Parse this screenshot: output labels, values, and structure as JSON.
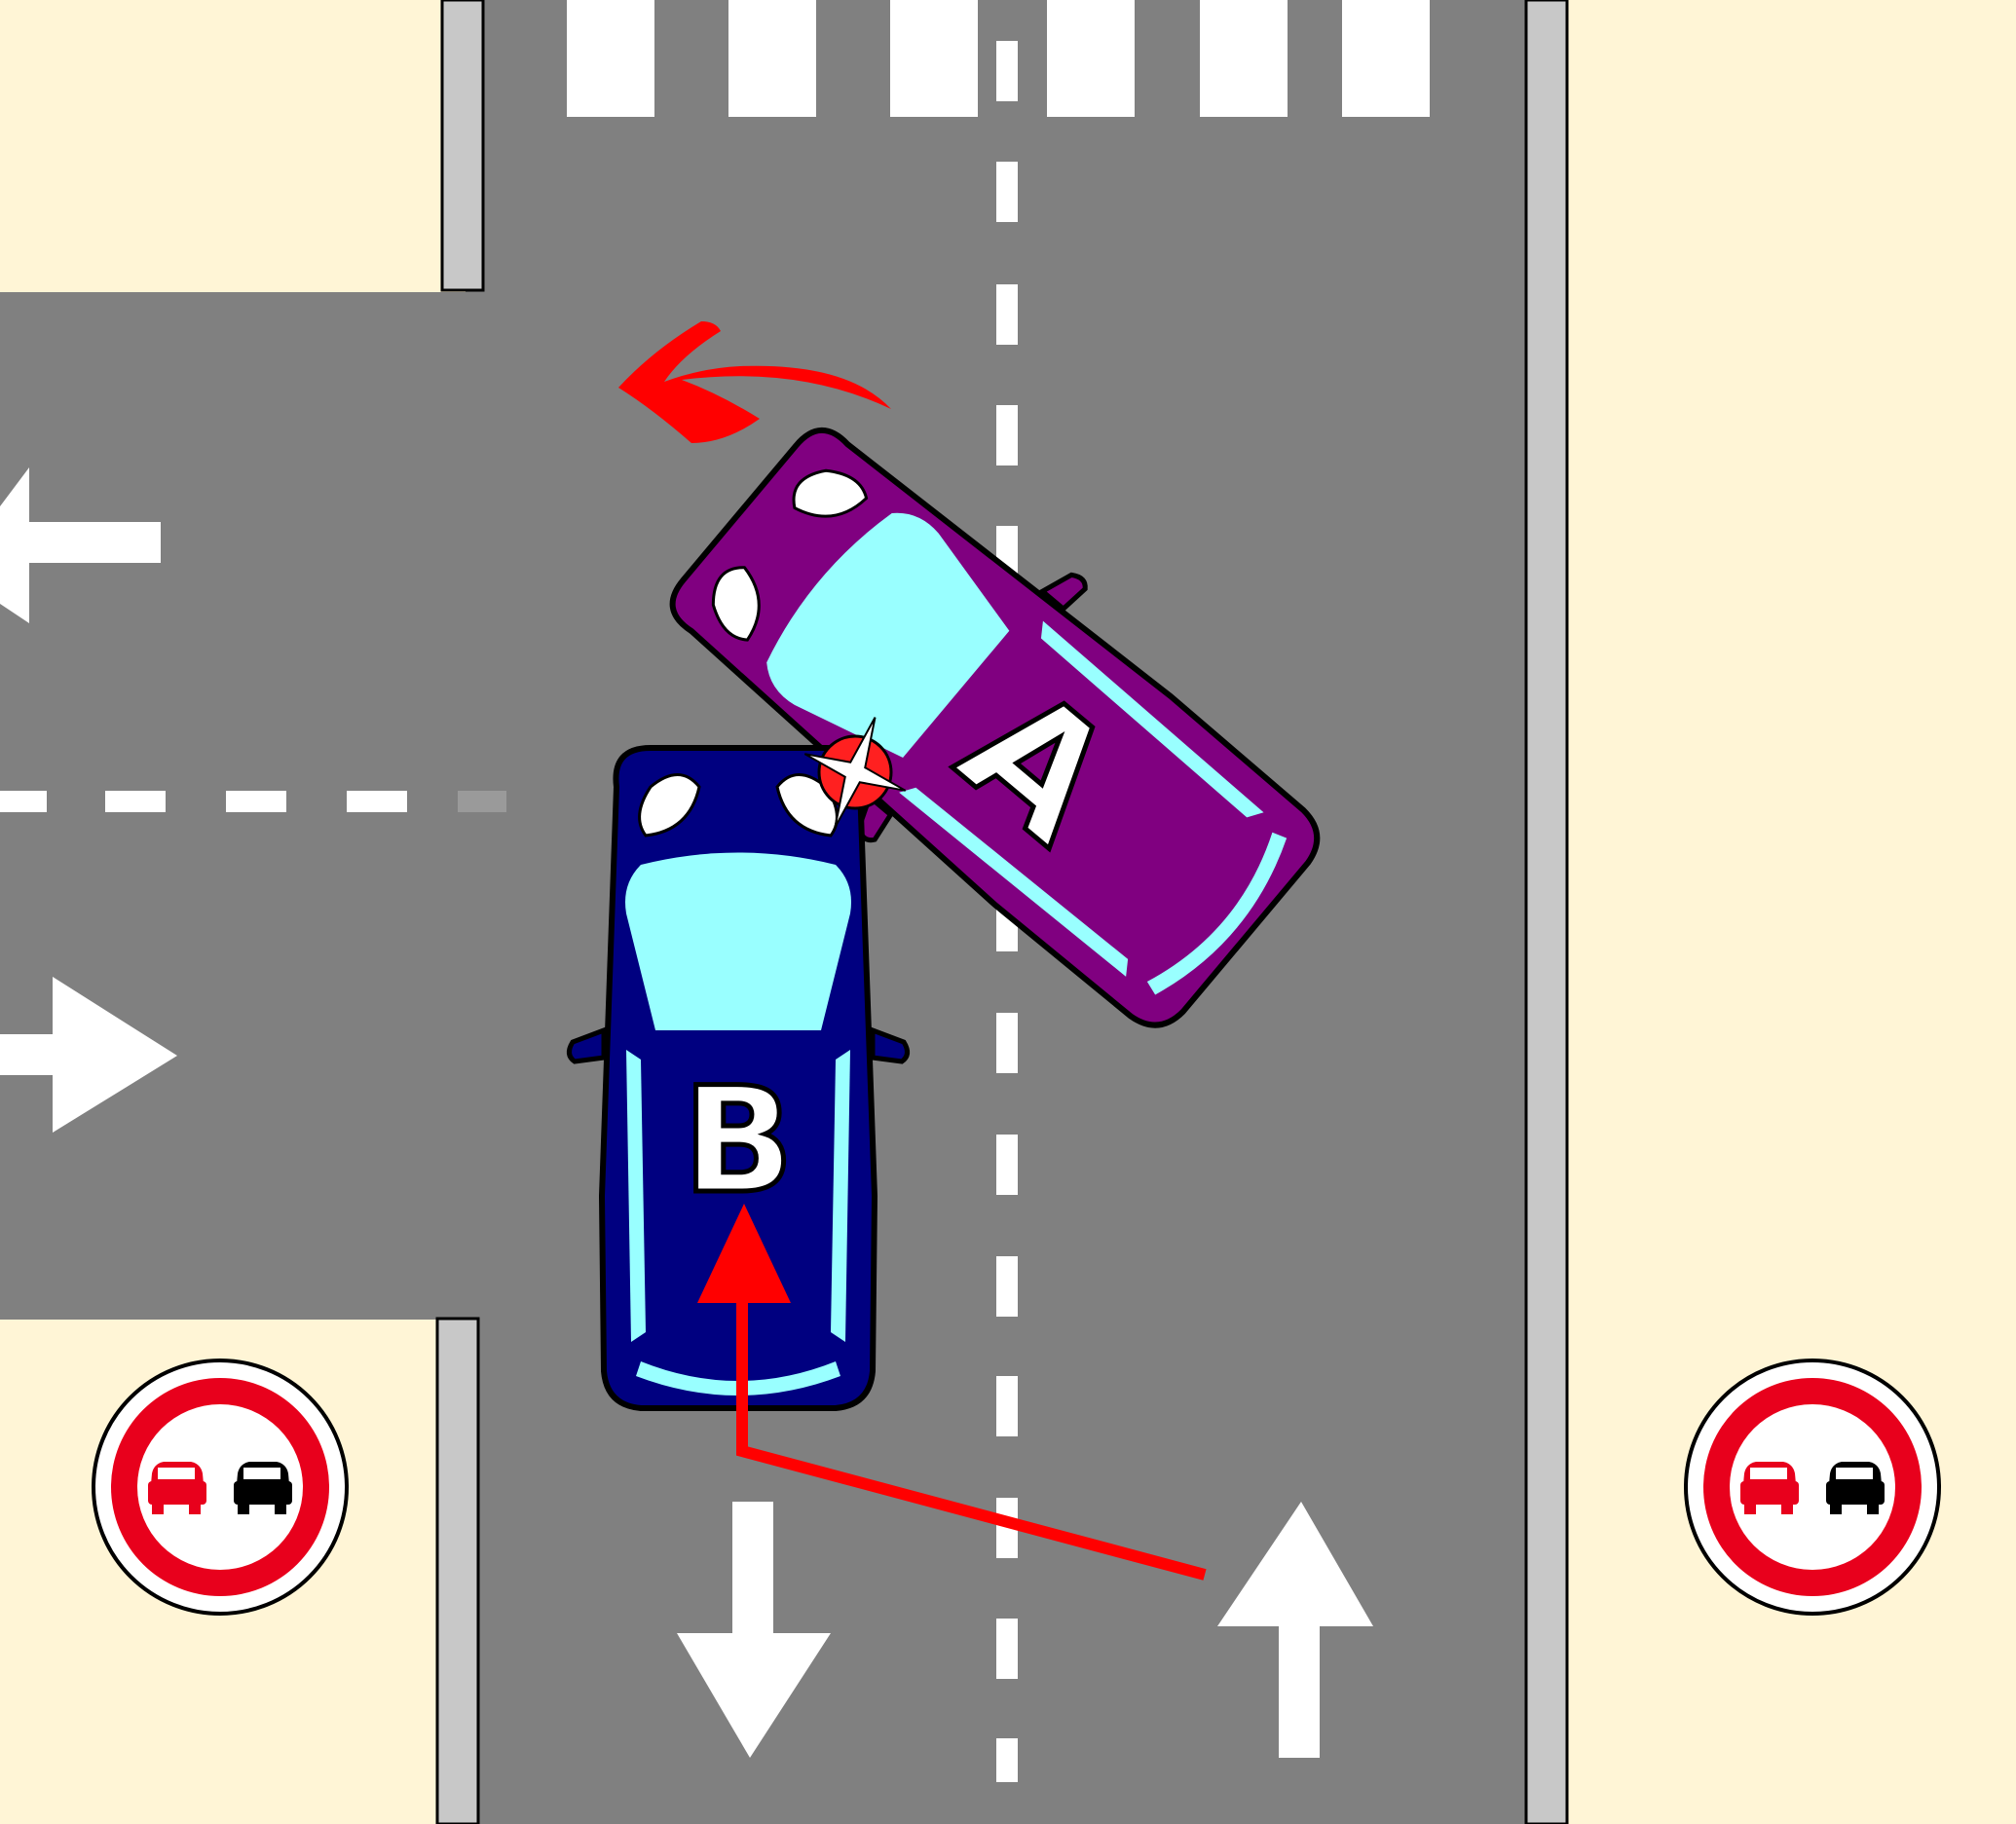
{
  "scene": {
    "description_type": "traffic-accident-sketch",
    "colors": {
      "sidewalk": "#FFF5D6",
      "road": "#808080",
      "curb": "#C8C8C8",
      "marking": "#FFFFFF",
      "maneuver_arrow": "#FF0000",
      "impact_point": "#FF2020",
      "car_a_body": "#800080",
      "car_b_body": "#000080",
      "glass": "#99FFFF",
      "sign_ring": "#E8001C"
    }
  },
  "vehicles": [
    {
      "id": "A",
      "label": "A",
      "color": "#800080",
      "direction": "turning-left"
    },
    {
      "id": "B",
      "label": "B",
      "color": "#000080",
      "direction": "straight-overtaking"
    }
  ],
  "road_markings": {
    "lane_arrows": [
      "left-arrow",
      "right-arrow",
      "down-arrow",
      "up-arrow"
    ],
    "crosswalk": true,
    "center_line": "dashed"
  },
  "signs": [
    {
      "name": "no-overtaking-sign",
      "icon": "no-overtaking-icon"
    },
    {
      "name": "no-overtaking-sign",
      "icon": "no-overtaking-icon"
    }
  ],
  "events": {
    "impact_icon": "collision-star-icon",
    "maneuver_icons": [
      "turn-left-arrow-icon",
      "overtaking-path-arrow-icon"
    ]
  }
}
